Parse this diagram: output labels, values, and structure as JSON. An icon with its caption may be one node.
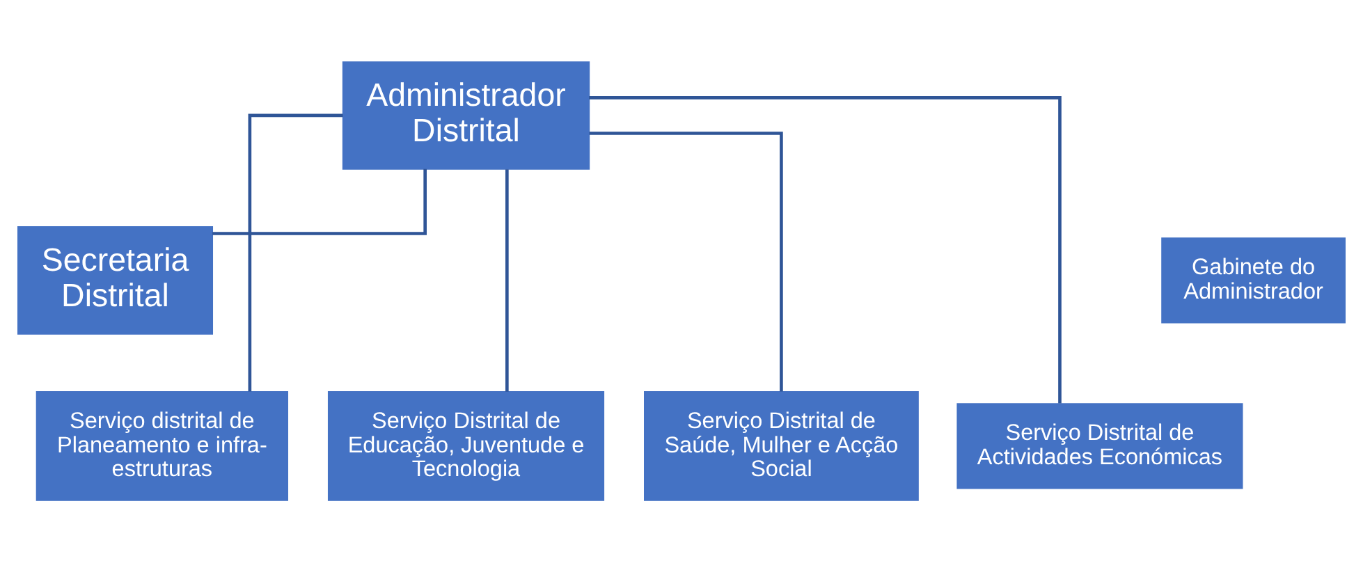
{
  "diagram": {
    "nodes": [
      {
        "text": [
          "Administrador Distrital"
        ]
      },
      {
        "text": [
          "Secretaria Distrital"
        ]
      },
      {
        "text": [
          "Gabinete do Administrador"
        ]
      },
      {
        "text": [
          "Serviço distrital de Planeamento e infra-estruturas"
        ]
      },
      {
        "text": [
          "Serviço Distrital de Educação, Juventude e Tecnologia"
        ]
      },
      {
        "text": [
          "Serviço Distrital de Saúde, Mulher e Acção Social"
        ]
      },
      {
        "text": [
          "Serviço Distrital de Actividades Económicas"
        ]
      }
    ],
    "edges": [
      {
        "from": 0,
        "to": 1,
        "arrow": "none"
      },
      {
        "from": 0,
        "to": 3,
        "arrow": "none"
      },
      {
        "from": 0,
        "to": 4,
        "arrow": "none"
      },
      {
        "from": 0,
        "to": 5,
        "arrow": "none"
      },
      {
        "from": 0,
        "to": 6,
        "arrow": "none"
      }
    ]
  }
}
